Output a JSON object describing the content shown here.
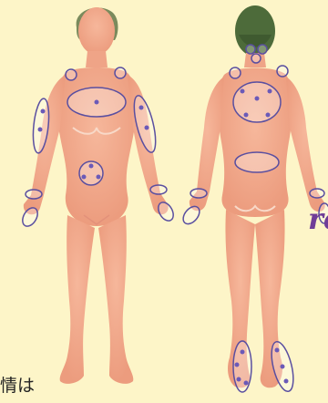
{
  "page": {
    "background": "#fdf5c8",
    "partial_word": "re",
    "partial_japanese": "情は"
  },
  "figures": {
    "front": {
      "view": "front"
    },
    "back": {
      "view": "back"
    }
  },
  "colors": {
    "skin": "#f0a98a",
    "skin_shadow": "#e39275",
    "hair_front": "#7a8a5c",
    "hair_back": "#4d6b3a",
    "marker_outline": "#5a4fa0",
    "marker_fill": "rgba(255,255,255,0.30)",
    "marker_dot": "#6b5ab8",
    "text_accent": "#6f3d97"
  },
  "icons": [
    "body-front-figure",
    "body-back-figure",
    "highlight-ellipse-marker",
    "point-dot-marker"
  ]
}
